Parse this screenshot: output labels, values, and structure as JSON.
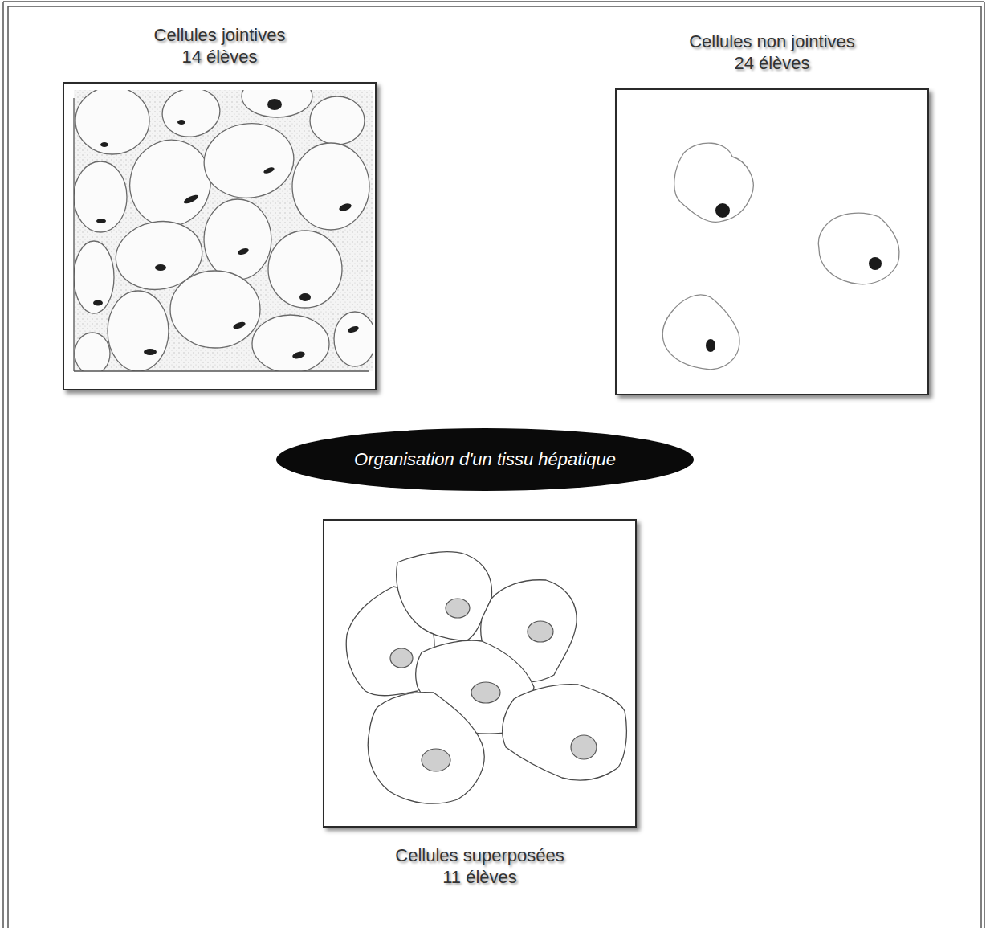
{
  "diagram": {
    "nodes": [
      {
        "text": [
          "Cellules jointives",
          "14 élèves"
        ]
      },
      {
        "text": [
          "Cellules non jointives",
          "24 élèves"
        ]
      },
      {
        "text": [
          "Organisation d'un tissu hépatique"
        ]
      },
      {
        "text": [
          "Cellules superposées",
          "11 élèves"
        ]
      }
    ]
  }
}
